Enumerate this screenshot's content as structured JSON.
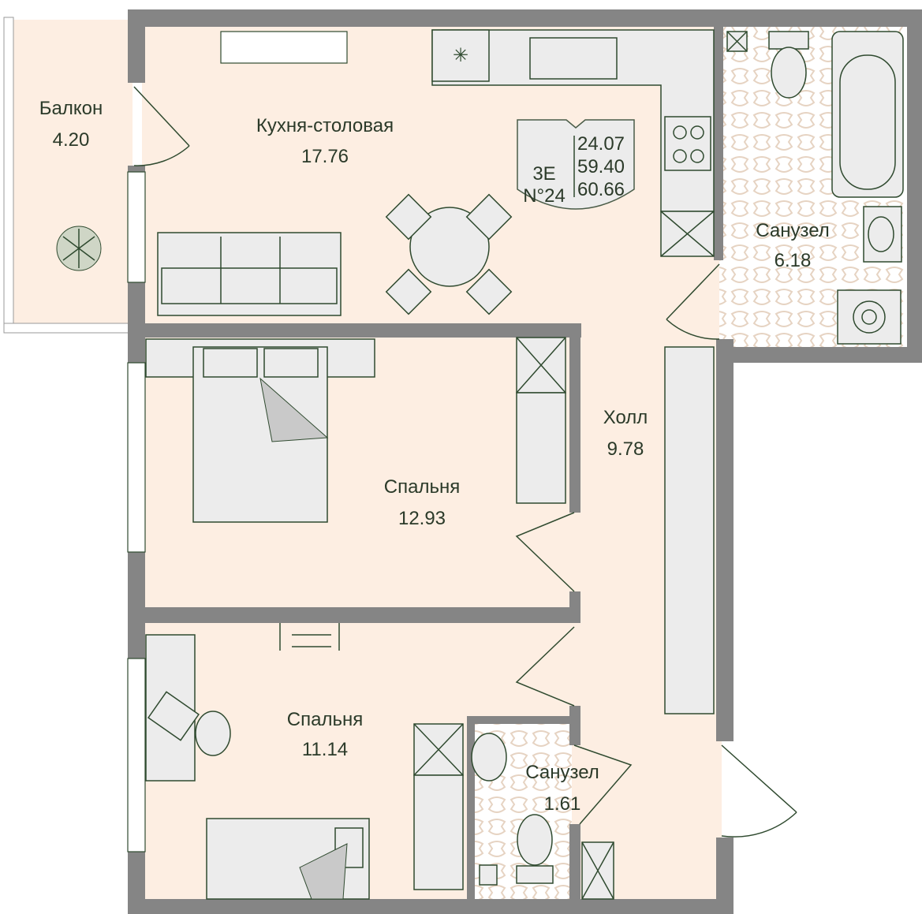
{
  "plan": {
    "rooms": {
      "balcony": {
        "name": "Балкон",
        "area": "4.20"
      },
      "kitchen": {
        "name": "Кухня-столовая",
        "area": "17.76"
      },
      "bathroom_main": {
        "name": "Санузел",
        "area": "6.18"
      },
      "hall": {
        "name": "Холл",
        "area": "9.78"
      },
      "bedroom_1": {
        "name": "Спальня",
        "area": "12.93"
      },
      "bedroom_2": {
        "name": "Спальня",
        "area": "11.14"
      },
      "bathroom_small": {
        "name": "Санузел",
        "area": "1.61"
      }
    },
    "badge": {
      "type": "3E",
      "number": "N°24",
      "living_area": "24.07",
      "total_area": "59.40",
      "total_area_with_balcony": "60.66"
    },
    "colors": {
      "wall": "#858585",
      "floor": "#fdeee2",
      "text": "#2b3a29",
      "tile": "#e6d3c2"
    }
  }
}
